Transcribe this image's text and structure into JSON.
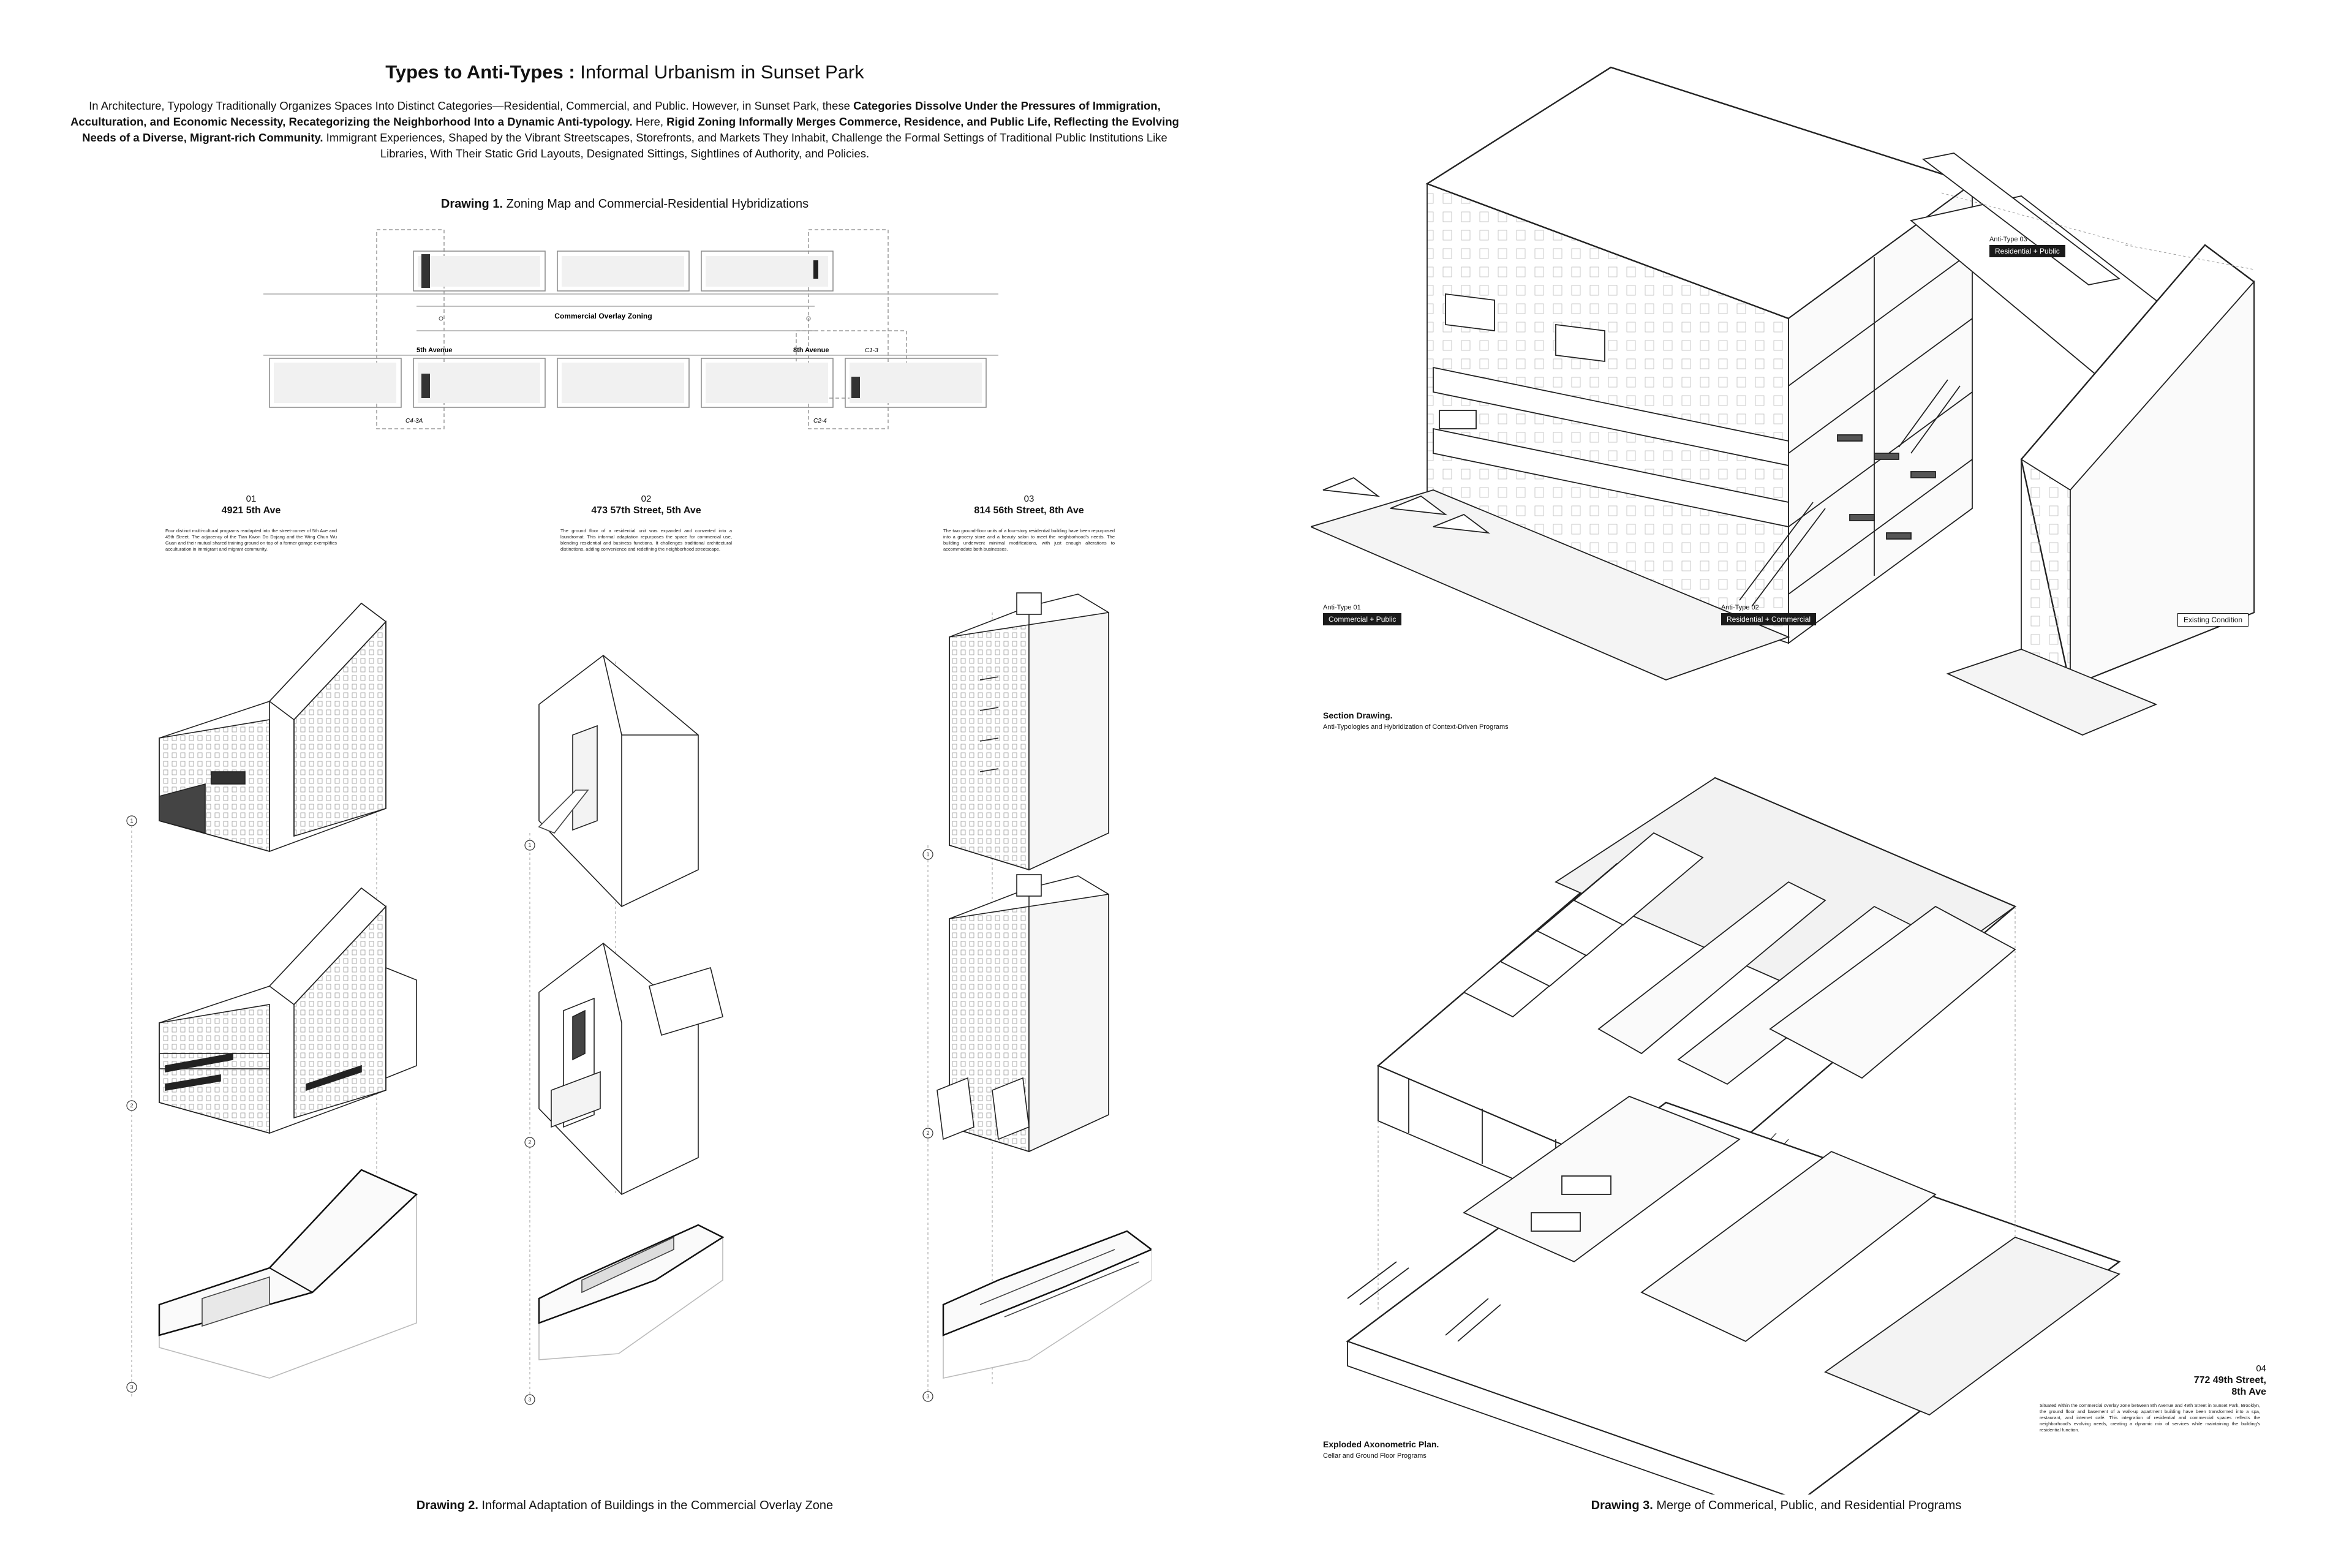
{
  "header": {
    "title_bold": "Types to Anti-Types :",
    "title_rest": " Informal Urbanism in Sunset Park",
    "intro": [
      {
        "b": false,
        "t": "In Architecture, Typology Traditionally Organizes Spaces Into Distinct Categories—Residential, Commercial, and Public. However, in Sunset Park, these "
      },
      {
        "b": true,
        "t": "Categories Dissolve Under the Pressures of Immigration, Acculturation, and Economic Necessity, Recategorizing the Neighborhood Into a Dynamic Anti-typology."
      },
      {
        "b": false,
        "t": " Here, "
      },
      {
        "b": true,
        "t": "Rigid Zoning Informally Merges Commerce, Residence, and Public Life, Reflecting the Evolving Needs of a Diverse, Migrant-rich Community."
      },
      {
        "b": false,
        "t": " Immigrant Experiences, Shaped by the Vibrant Streetscapes, Storefronts, and Markets They Inhabit, Challenge the Formal Settings of Traditional Public Institutions Like Libraries, With Their Static Grid Layouts, Designated Sittings, Sightlines of Authority, and Policies."
      }
    ]
  },
  "drawing1": {
    "title_bold": "Drawing 1.",
    "title_rest": " Zoning Map and Commercial-Residential Hybridizations",
    "labels": {
      "overlay": "Commercial Overlay Zoning",
      "fifth": "5th Avenue",
      "eighth": "8th Avenue",
      "c13": "C1-3",
      "c434": "C4-3A",
      "c24": "C2-4"
    }
  },
  "buildings": [
    {
      "num": "01",
      "addr": "4921 5th Ave",
      "desc": "Four distinct multi-cultural programs readapted into the street-corner of 5th Ave and 49th Street. The adjacency of the Tian Kwon Do Dojang and the Wing Chun Wu Guan and their mutual shared training ground on top of a former garage exemplifies acculturation in immigrant and migrant community."
    },
    {
      "num": "02",
      "addr": "473 57th Street, 5th Ave",
      "desc": "The ground floor of a residential unit was expanded and converted into a laundromat. This informal adaptation repurposes the space for commercial use, blending residential and business functions. It challenges traditional architectural distinctions, adding convenience and redefining the neighborhood streetscape."
    },
    {
      "num": "03",
      "addr": "814 56th Street, 8th Ave",
      "desc": "The two ground-floor units of a four-story residential building have been repurposed into a grocery store and a beauty salon to meet the neighborhood's needs. The building underwent minimal modifications, with just enough alterations to accommodate both businesses."
    }
  ],
  "step_numbers": [
    "1",
    "2",
    "3"
  ],
  "drawing2": {
    "title_bold": "Drawing 2.",
    "title_rest": " Informal Adaptation of Buildings in the Commercial Overlay Zone"
  },
  "section": {
    "anti03_label": "Anti-Type 03",
    "anti03_box": "Residential + Public",
    "anti01_label": "Anti-Type 01",
    "anti01_box": "Commercial + Public",
    "anti02_label": "Anti-Type 02",
    "anti02_box": "Residential + Commercial",
    "existing_box": "Existing Condition",
    "caption_bold": "Section Drawing.",
    "caption_sub": "Anti-Typologies and Hybridization of Context-Driven Programs"
  },
  "exploded": {
    "caption_bold": "Exploded Axonometric Plan.",
    "caption_sub": "Cellar and Ground Floor Programs",
    "num": "04",
    "addr": "772 49th Street, 8th Ave",
    "desc": "Situated within the commercial overlay zone between 8th Avenue and 49th Street in Sunset Park, Brooklyn, the ground floor and basement of a walk-up apartment building have been transformed into a spa, restaurant, and internet café. This integration of residential and commercial spaces reflects the neighborhood's evolving needs, creating a dynamic mix of services while maintaining the building's residential function."
  },
  "drawing3": {
    "title_bold": "Drawing 3.",
    "title_rest": " Merge of Commerical, Public, and Residential Programs"
  }
}
